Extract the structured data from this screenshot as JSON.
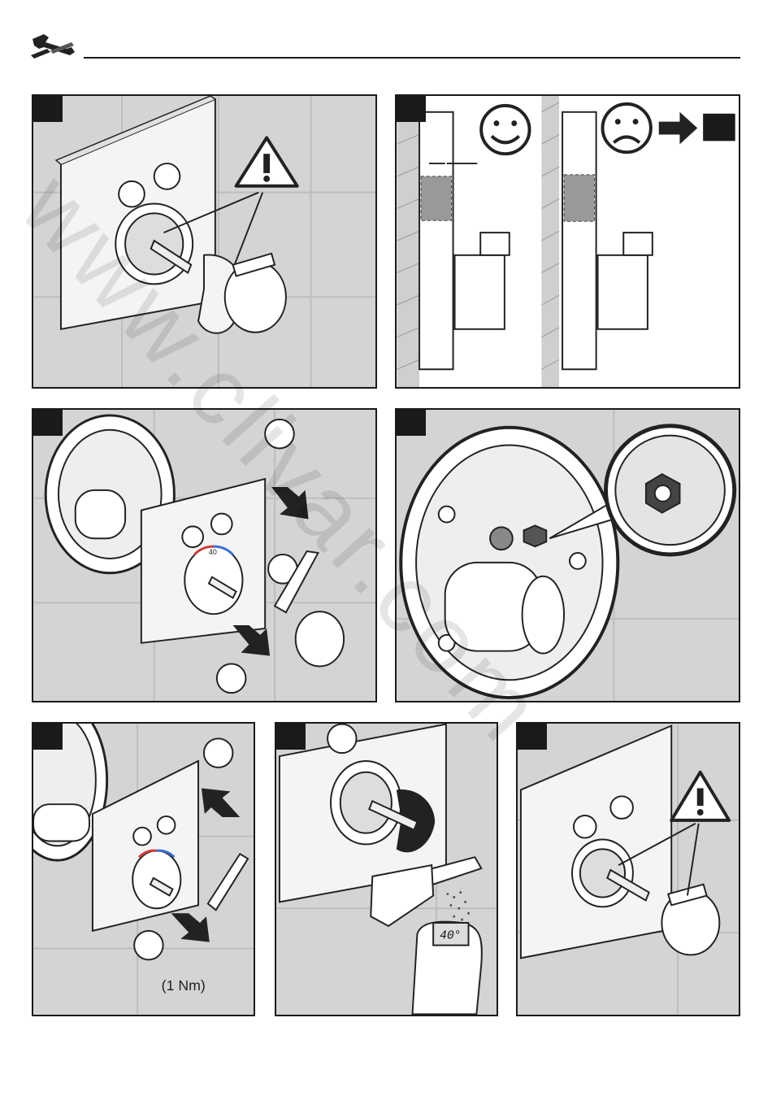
{
  "header": {
    "icon": "wrench-screwdriver-icon"
  },
  "panels": {
    "p6": {
      "torque_label": "(1 Nm)"
    },
    "p7": {
      "thermometer_reading": "40°"
    },
    "p3": {
      "scale_label": "40"
    }
  },
  "colors": {
    "panel_bg": "#d4d4d4",
    "frame": "#1a1a1a",
    "hot": "#d23c3c",
    "cold": "#3c6fd2"
  },
  "watermark": "www.clivar.com"
}
